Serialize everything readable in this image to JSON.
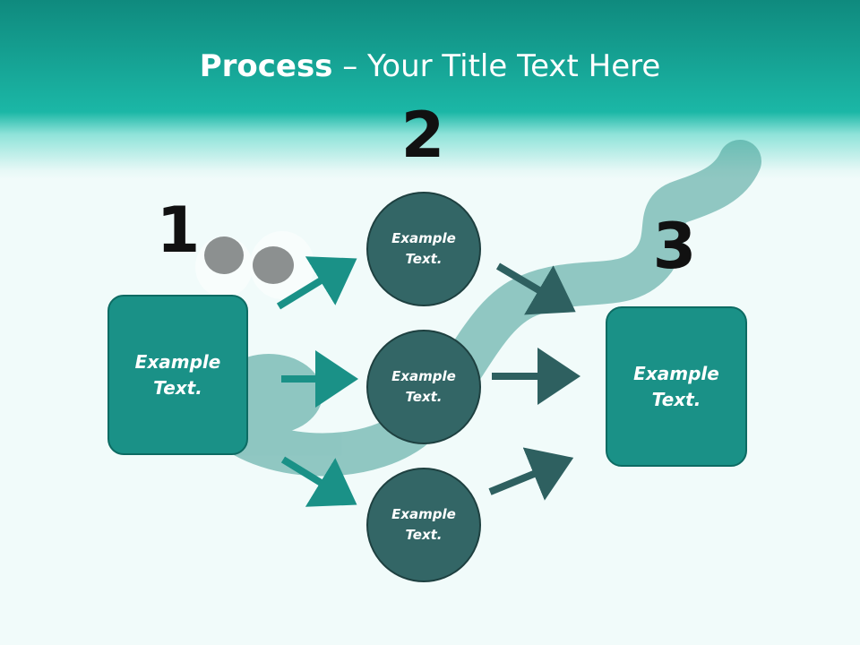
{
  "title": {
    "bold": "Process",
    "rest": " – Your Title Text Here"
  },
  "step_numbers": [
    "1",
    "2",
    "3"
  ],
  "left_box": {
    "text": "Example Text."
  },
  "circles": [
    {
      "text": "Example Text."
    },
    {
      "text": "Example Text."
    },
    {
      "text": "Example Text."
    }
  ],
  "right_box": {
    "text": "Example Text."
  },
  "colors": {
    "header": "#1bb7a6",
    "box_fill": "#1a9187",
    "circle_fill": "#336666",
    "arrow_left": "#1a9187",
    "arrow_right": "#2e6060",
    "background": "#f1fbfa"
  },
  "background_art": "clay-snake-with-sunglasses"
}
